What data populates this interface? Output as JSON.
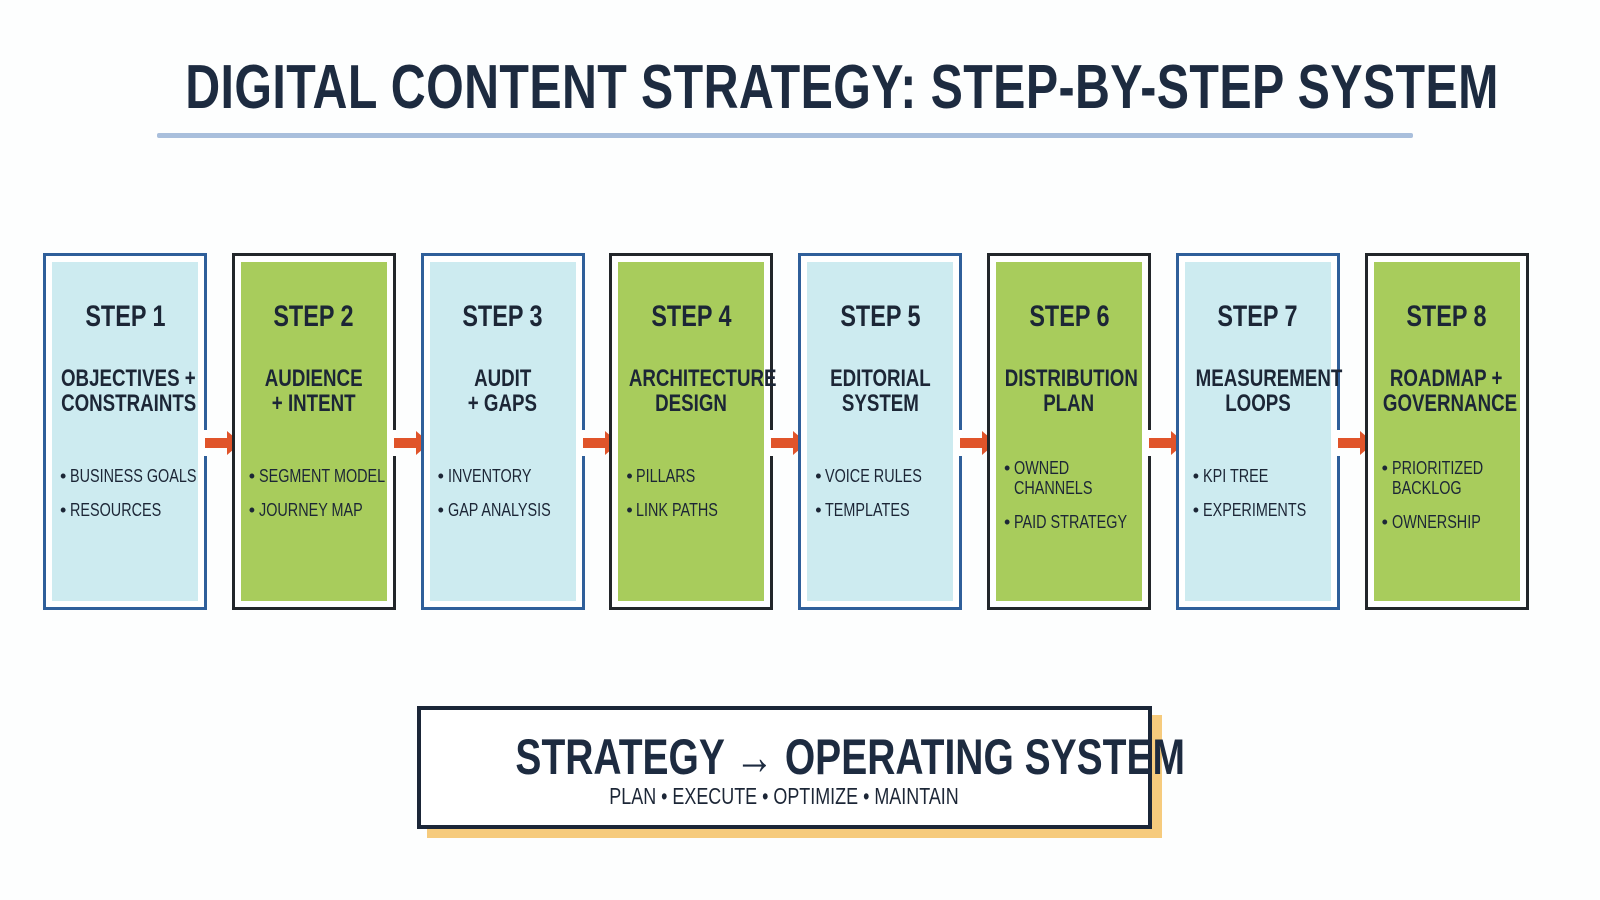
{
  "title": "DIGITAL CONTENT STRATEGY: STEP-BY-STEP SYSTEM",
  "steps": [
    {
      "step": "STEP 1",
      "name": [
        "OBJECTIVES +",
        "CONSTRAINTS"
      ],
      "bullets": [
        "BUSINESS GOALS",
        "RESOURCES"
      ],
      "theme": "blue"
    },
    {
      "step": "STEP 2",
      "name": [
        "AUDIENCE",
        "+ INTENT"
      ],
      "bullets": [
        "SEGMENT MODEL",
        "JOURNEY MAP"
      ],
      "theme": "green"
    },
    {
      "step": "STEP 3",
      "name": [
        "AUDIT",
        "+ GAPS"
      ],
      "bullets": [
        "INVENTORY",
        "GAP ANALYSIS"
      ],
      "theme": "blue"
    },
    {
      "step": "STEP 4",
      "name": [
        "ARCHITECTURE",
        "DESIGN"
      ],
      "bullets": [
        "PILLARS",
        "LINK PATHS"
      ],
      "theme": "green"
    },
    {
      "step": "STEP 5",
      "name": [
        "EDITORIAL",
        "SYSTEM"
      ],
      "bullets": [
        "VOICE RULES",
        "TEMPLATES"
      ],
      "theme": "blue"
    },
    {
      "step": "STEP 6",
      "name": [
        "DISTRIBUTION",
        "PLAN"
      ],
      "bullets": [
        "OWNED CHANNELS",
        "PAID STRATEGY"
      ],
      "theme": "green"
    },
    {
      "step": "STEP 7",
      "name": [
        "MEASUREMENT",
        "LOOPS"
      ],
      "bullets": [
        "KPI TREE",
        "EXPERIMENTS"
      ],
      "theme": "blue"
    },
    {
      "step": "STEP 8",
      "name": [
        "ROADMAP +",
        "GOVERNANCE"
      ],
      "bullets": [
        "PRIORITIZED BACKLOG",
        "OWNERSHIP"
      ],
      "theme": "green"
    }
  ],
  "summary": {
    "title": "STRATEGY → OPERATING SYSTEM",
    "subtitle": "PLAN • EXECUTE • OPTIMIZE • MAINTAIN"
  },
  "colors": {
    "blue": "#cdebf0",
    "green": "#a8cc5c",
    "arrow": "#e0542a",
    "navy": "#1d2b40",
    "accent": "#f6cb7d"
  }
}
